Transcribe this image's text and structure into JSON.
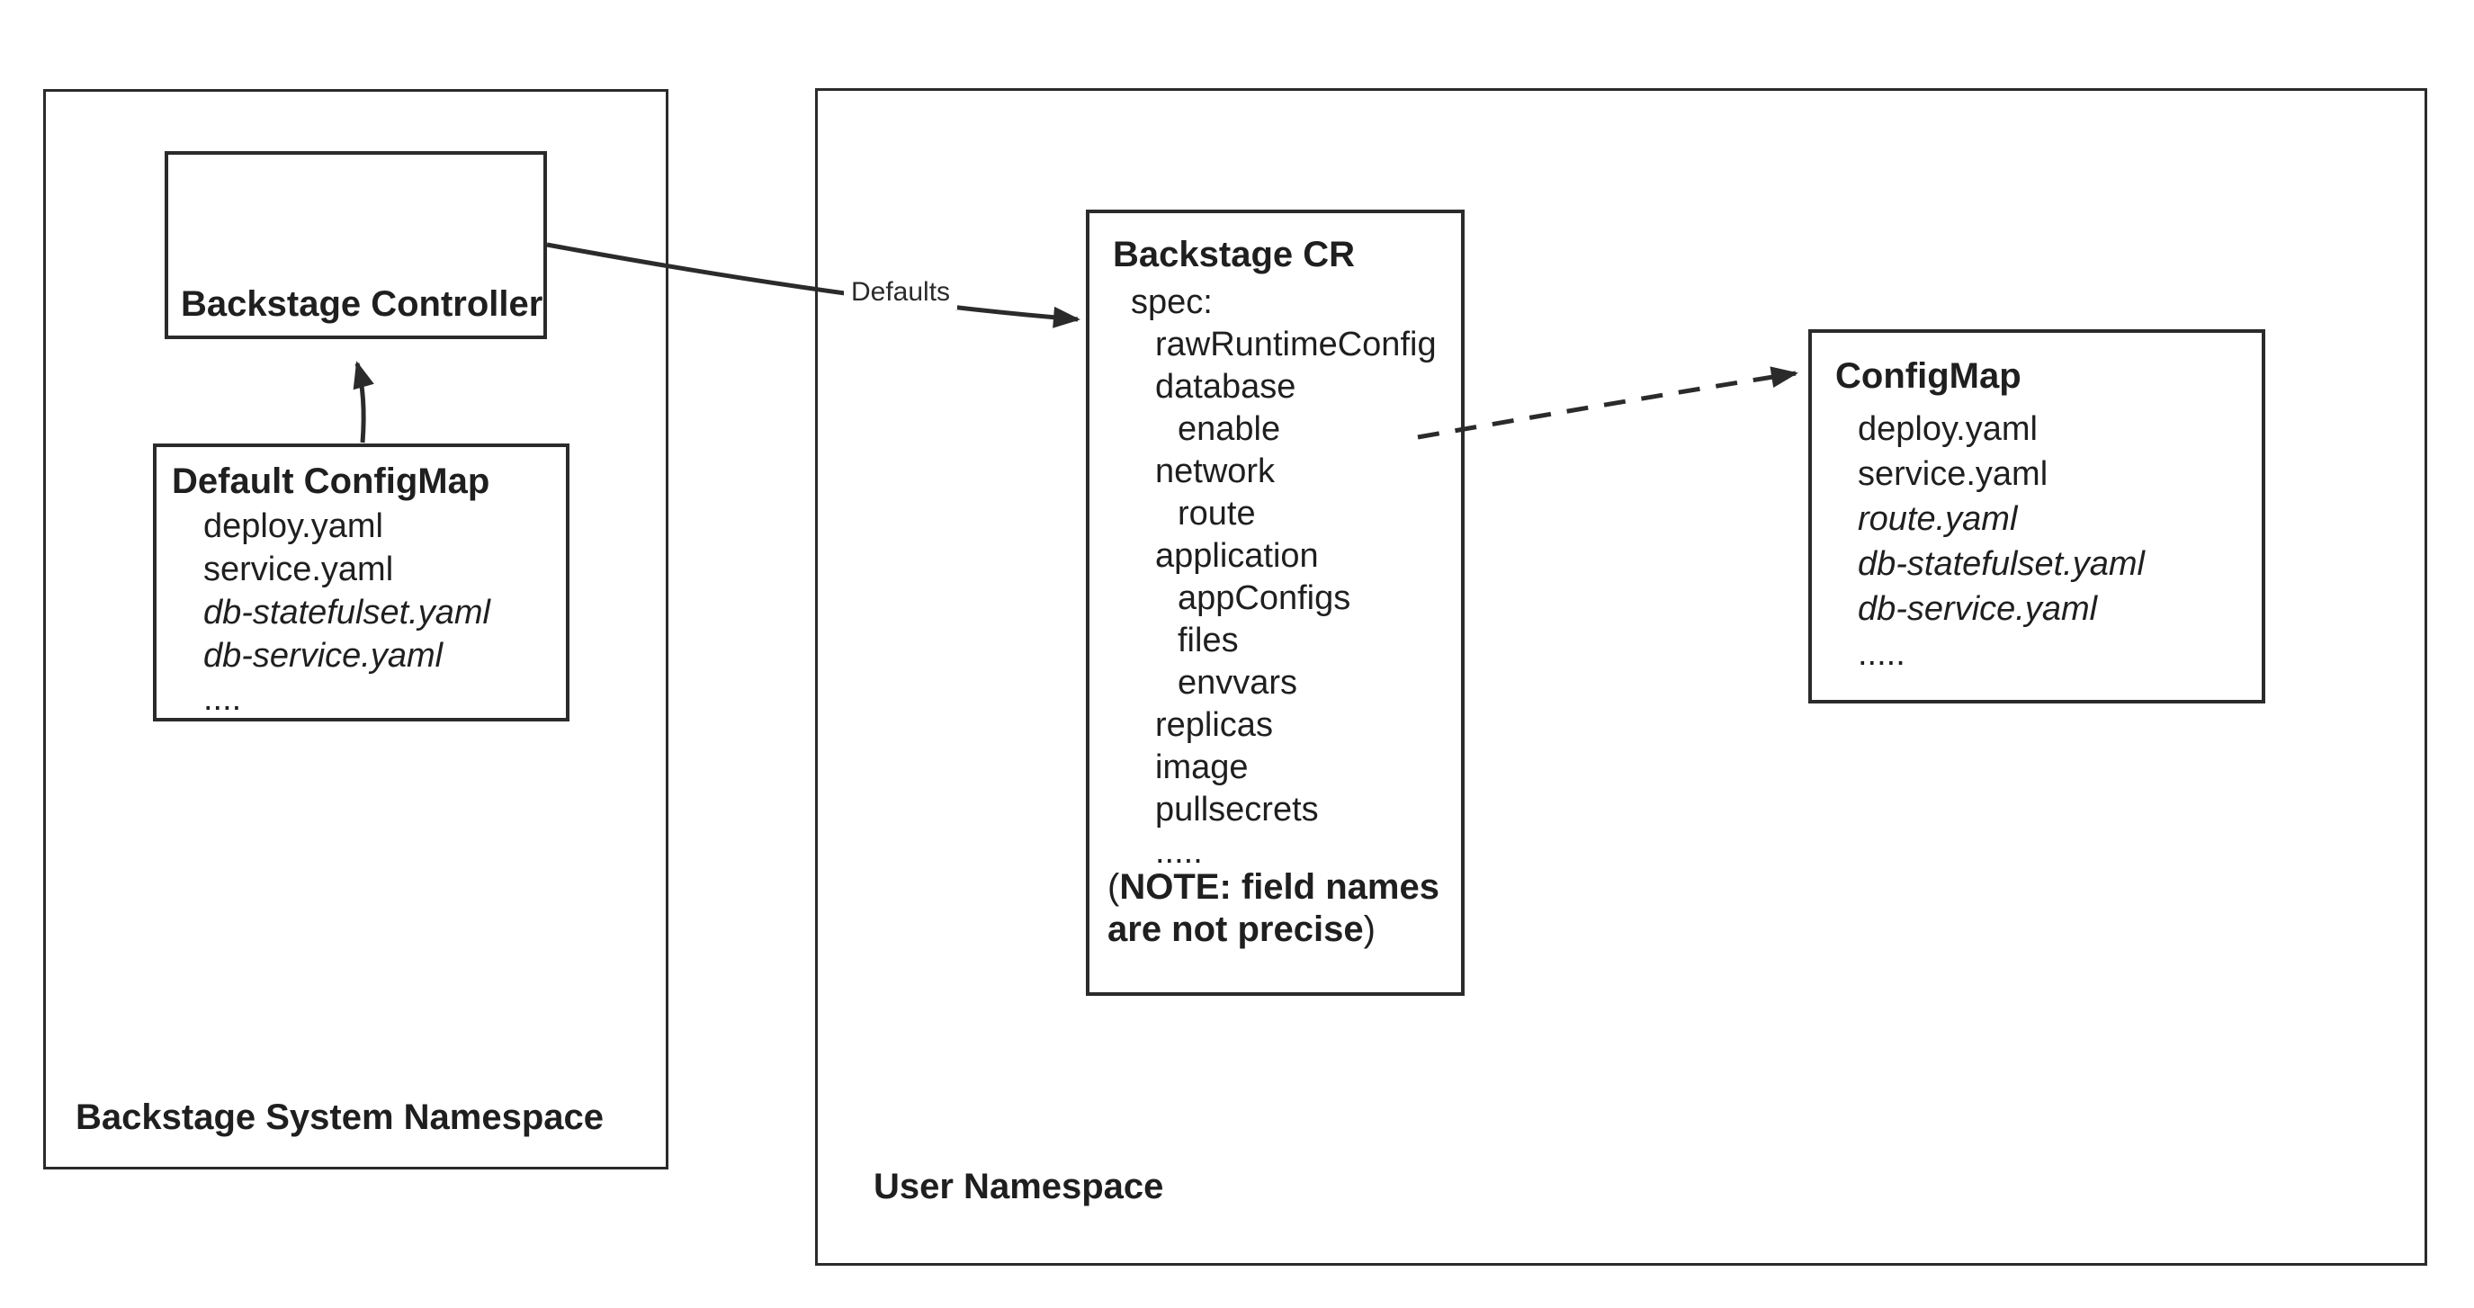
{
  "system_namespace": {
    "label": "Backstage System Namespace",
    "controller": {
      "title": "Backstage Controller"
    },
    "default_configmap": {
      "title": "Default ConfigMap",
      "items": [
        {
          "text": "deploy.yaml",
          "italic": false
        },
        {
          "text": "service.yaml",
          "italic": false
        },
        {
          "text": "db-statefulset.yaml",
          "italic": true
        },
        {
          "text": "db-service.yaml",
          "italic": true
        },
        {
          "text": "....",
          "italic": false
        }
      ]
    }
  },
  "user_namespace": {
    "label": "User Namespace",
    "backstage_cr": {
      "title": "Backstage CR",
      "items": [
        {
          "text": "spec:",
          "indent": 1
        },
        {
          "text": "rawRuntimeConfig",
          "indent": 2
        },
        {
          "text": "database",
          "indent": 2
        },
        {
          "text": "enable",
          "indent": 3
        },
        {
          "text": "network",
          "indent": 2
        },
        {
          "text": "route",
          "indent": 3
        },
        {
          "text": "application",
          "indent": 2
        },
        {
          "text": "appConfigs",
          "indent": 3
        },
        {
          "text": "files",
          "indent": 3
        },
        {
          "text": "envvars",
          "indent": 3
        },
        {
          "text": "replicas",
          "indent": 2
        },
        {
          "text": "image",
          "indent": 2
        },
        {
          "text": "pullsecrets",
          "indent": 2
        },
        {
          "text": ".....",
          "indent": 2
        }
      ],
      "note": {
        "open": "(",
        "line1_bold": "NOTE: field names",
        "line2_bold": "are not precise",
        "close": ")"
      }
    },
    "configmap": {
      "title": "ConfigMap",
      "items": [
        {
          "text": "deploy.yaml",
          "italic": false
        },
        {
          "text": "service.yaml",
          "italic": false
        },
        {
          "text": "route.yaml",
          "italic": true
        },
        {
          "text": "db-statefulset.yaml",
          "italic": true
        },
        {
          "text": "db-service.yaml",
          "italic": true
        },
        {
          "text": ".....",
          "italic": false
        }
      ]
    }
  },
  "arrows": {
    "defaults_label": "Defaults"
  },
  "colors": {
    "line": "#2b2b2b",
    "text": "#1f1f1f",
    "background": "#ffffff"
  }
}
